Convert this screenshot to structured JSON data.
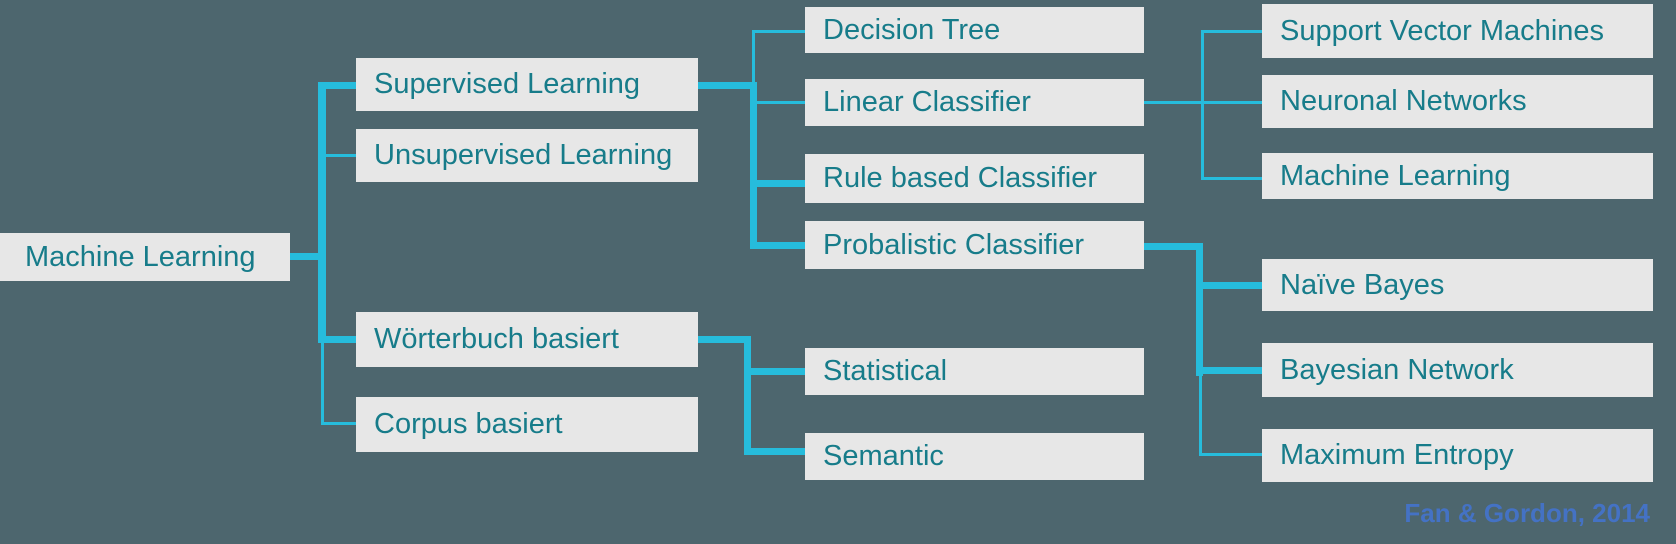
{
  "diagram": {
    "title": "Machine Learning taxonomy tree",
    "nodes": [
      {
        "id": "machine-learning",
        "label": "Machine Learning"
      },
      {
        "id": "supervised-learning",
        "label": "Supervised Learning"
      },
      {
        "id": "unsupervised-learning",
        "label": "Unsupervised Learning"
      },
      {
        "id": "woerterbuch-basiert",
        "label": "Wörterbuch basiert"
      },
      {
        "id": "corpus-basiert",
        "label": "Corpus basiert"
      },
      {
        "id": "decision-tree",
        "label": "Decision Tree"
      },
      {
        "id": "linear-classifier",
        "label": "Linear Classifier"
      },
      {
        "id": "rule-based-classifier",
        "label": "Rule based Classifier"
      },
      {
        "id": "probalistic-classifier",
        "label": "Probalistic Classifier"
      },
      {
        "id": "statistical",
        "label": "Statistical"
      },
      {
        "id": "semantic",
        "label": "Semantic"
      },
      {
        "id": "support-vector-machines",
        "label": "Support Vector Machines"
      },
      {
        "id": "neuronal-networks",
        "label": "Neuronal Networks"
      },
      {
        "id": "machine-learning-leaf",
        "label": "Machine Learning"
      },
      {
        "id": "naive-bayes",
        "label": "Naïve Bayes"
      },
      {
        "id": "bayesian-network",
        "label": "Bayesian Network"
      },
      {
        "id": "maximum-entropy",
        "label": "Maximum Entropy"
      }
    ],
    "hierarchy": [
      {
        "parent": "machine-learning",
        "children": [
          "supervised-learning",
          "unsupervised-learning",
          "woerterbuch-basiert",
          "corpus-basiert"
        ]
      },
      {
        "parent": "supervised-learning",
        "children": [
          "decision-tree",
          "linear-classifier",
          "rule-based-classifier",
          "probalistic-classifier"
        ]
      },
      {
        "parent": "linear-classifier",
        "children": [
          "support-vector-machines",
          "neuronal-networks",
          "machine-learning-leaf"
        ]
      },
      {
        "parent": "probalistic-classifier",
        "children": [
          "naive-bayes",
          "bayesian-network",
          "maximum-entropy"
        ]
      },
      {
        "parent": "woerterbuch-basiert",
        "children": [
          "statistical",
          "semantic"
        ]
      }
    ]
  },
  "caption": {
    "text": "Fan & Gordon, 2014"
  },
  "colors": {
    "background": "#4d666e",
    "box_fill": "#e7e7e7",
    "node_text": "#177c8a",
    "connector": "#26bcdc",
    "caption_text": "#4472c4"
  }
}
